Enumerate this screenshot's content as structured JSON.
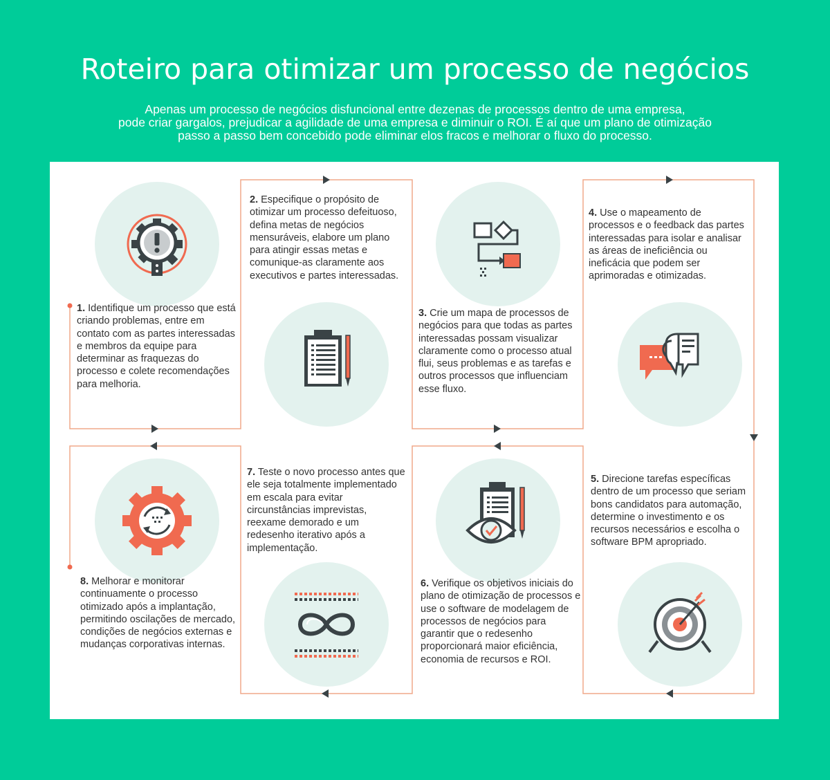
{
  "title": "Roteiro para otimizar um processo de negócios",
  "subtitle_lines": [
    "Apenas um processo de negócios disfuncional entre dezenas de processos dentro de uma empresa,",
    "pode criar gargalos, prejudicar a agilidade de uma empresa e diminuir o ROI. É aí que um plano de otimização",
    "passo a passo bem concebido pode eliminar elos fracos e melhorar o fluxo do processo."
  ],
  "colors": {
    "background": "#00cc99",
    "accent": "#f06a50",
    "line": "#f0a88a",
    "icon_dark": "#3a4346",
    "circle_fill": "#e3f2ee"
  },
  "steps": [
    {
      "number": "1.",
      "icon": "gear-alert-magnifier-icon",
      "text": "Identifique um processo que está criando problemas, entre em contato com as partes interessadas e membros da equipe para determinar as fraquezas do processo e colete recomendações para melhoria."
    },
    {
      "number": "2.",
      "icon": "clipboard-pencil-icon",
      "text": "Especifique o propósito de otimizar um processo defeituoso, defina metas de negócios mensuráveis, elabore um plano para atingir essas metas e comunique-as claramente aos executivos e partes interessadas."
    },
    {
      "number": "3.",
      "icon": "process-map-icon",
      "text": "Crie um mapa de processos de negócios para que todas as partes interessadas possam visualizar claramente como o processo atual flui, seus problemas e as tarefas e outros processos que influenciam esse fluxo."
    },
    {
      "number": "4.",
      "icon": "feedback-speech-bubbles-icon",
      "text": "Use o mapeamento de processos e o feedback das partes interessadas para isolar e analisar as áreas de ineficiência ou ineficácia que podem ser aprimoradas e otimizadas."
    },
    {
      "number": "5.",
      "icon": "target-arrow-icon",
      "text": "Direcione tarefas específicas dentro de um processo que seriam bons candidatos para automação, determine o investimento e os recursos necessários e escolha o software BPM apropriado."
    },
    {
      "number": "6.",
      "icon": "clipboard-eye-check-icon",
      "text": "Verifique os objetivos iniciais do plano de otimização de processos e use o software de modelagem de processos de negócios para garantir que o redesenho proporcionará maior eficiência, economia de recursos e ROI."
    },
    {
      "number": "7.",
      "icon": "infinity-loop-icon",
      "text": "Teste o novo processo antes que ele seja totalmente implementado em escala para evitar circunstâncias imprevistas, reexame demorado e um redesenho iterativo após a implementação."
    },
    {
      "number": "8.",
      "icon": "gear-refresh-icon",
      "text": "Melhorar e monitorar continuamente o processo otimizado após a implantação, permitindo oscilações de mercado, condições de negócios externas e mudanças corporativas internas."
    }
  ]
}
